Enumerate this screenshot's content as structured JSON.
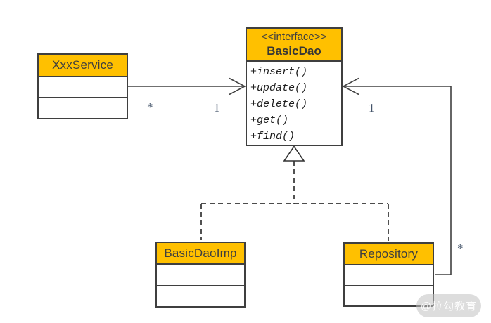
{
  "diagram": {
    "type": "uml-class-diagram",
    "interface": {
      "stereotype": "<<interface>>",
      "name": "BasicDao",
      "methods": [
        "+insert()",
        "+update()",
        "+delete()",
        "+get()",
        "+find()"
      ]
    },
    "classes": [
      {
        "name": "XxxService"
      },
      {
        "name": "BasicDaoImp"
      },
      {
        "name": "Repository"
      }
    ],
    "associations": [
      {
        "source": "XxxService",
        "target": "BasicDao",
        "source_multiplicity": "*",
        "target_multiplicity": "1"
      },
      {
        "source": "Repository",
        "target": "BasicDao",
        "source_multiplicity": "*",
        "target_multiplicity": "1"
      }
    ],
    "realizations": [
      {
        "source": "BasicDaoImp",
        "target": "BasicDao"
      },
      {
        "source": "Repository",
        "target": "BasicDao"
      }
    ],
    "colors": {
      "header_fill": "#FFC000",
      "box_border": "#3F3F3F",
      "line": "#404040",
      "method_text": "#1F1F1F",
      "multiplicity_text": "#44546A"
    }
  },
  "watermark": {
    "text": "@拉勾教育"
  }
}
